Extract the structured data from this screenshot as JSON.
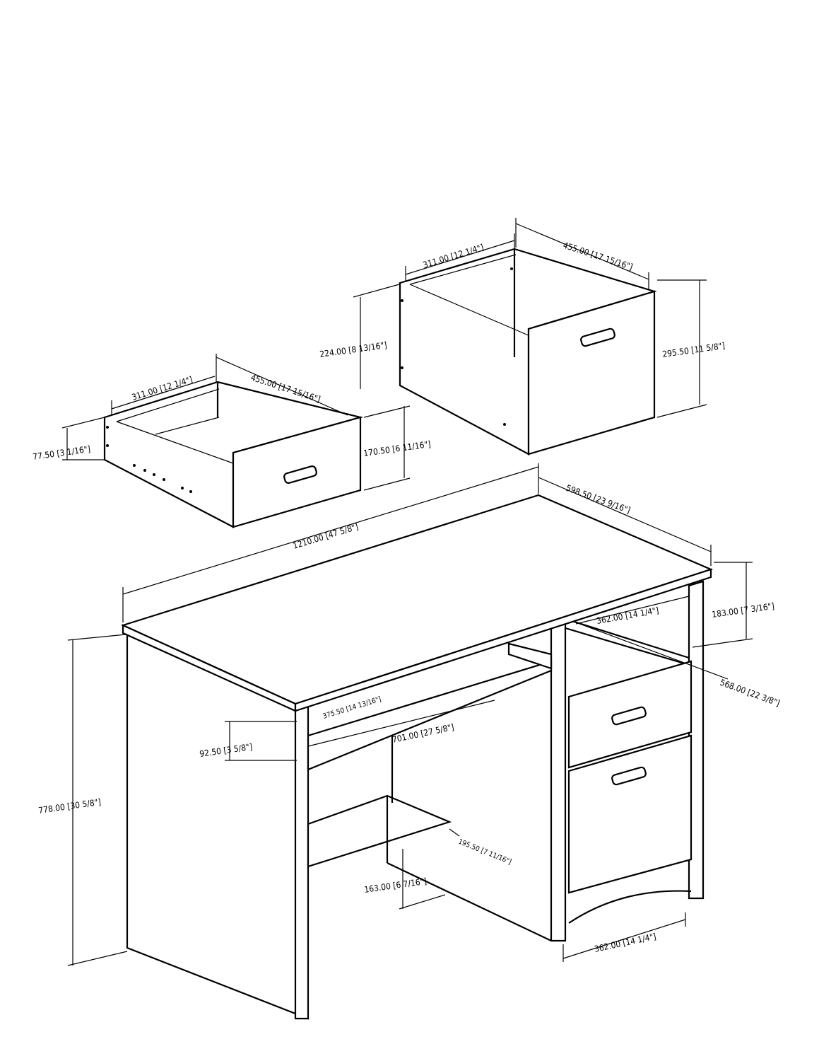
{
  "dimensions": {
    "file_drawer_width": "311.00 [12 1/4\"]",
    "file_drawer_depth": "455.00 [17 15/16\"]",
    "file_drawer_box_height": "224.00 [8 13/16\"]",
    "file_drawer_front_height": "295.50 [11 5/8\"]",
    "small_drawer_width": "311.00 [12 1/4\"]",
    "small_drawer_depth": "455.00 [17 15/16\"]",
    "small_drawer_box_height": "77.50 [3 1/16\"]",
    "small_drawer_front_height": "170.50 [6 11/16\"]",
    "desk_width": "1210.00 [47 5/8\"]",
    "desk_depth": "598.50 [23 9/16\"]",
    "top_opening_height": "183.00 [7 3/16\"]",
    "pedestal_inner_width": "362.00 [14 1/4\"]",
    "pedestal_depth": "568.00 [22 3/8\"]",
    "keyboard_depth": "375.50 [14 13/16\"]",
    "keyboard_height": "92.50 [3 5/8\"]",
    "knee_width": "701.00 [27 5/8\"]",
    "desk_height": "778.00 [30 5/8\"]",
    "shelf_depth": "195.50 [7 11/16\"]",
    "shelf_height": "163.00 [6 7/16\"]",
    "pedestal_width": "362.00 [14 1/4\"]"
  }
}
